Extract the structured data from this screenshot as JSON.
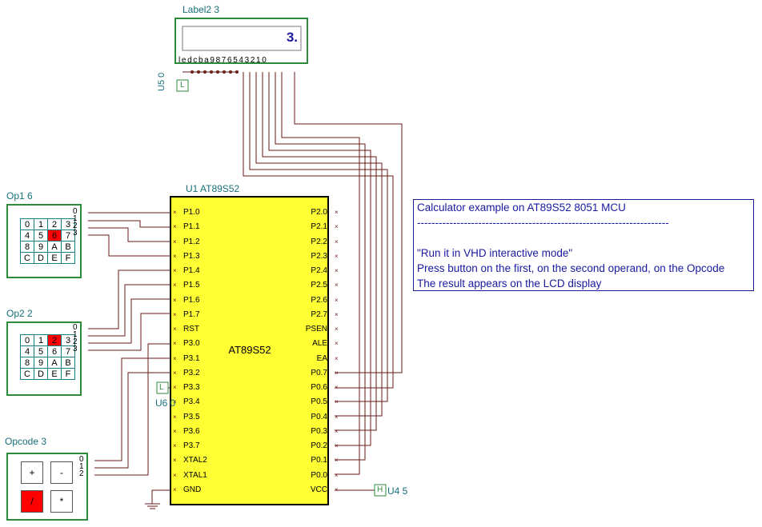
{
  "lcd": {
    "label": "Label2 3",
    "value": "3.",
    "pin_labels": "ledcba9876543210",
    "ref": "U5 0",
    "l_box": "L"
  },
  "op1": {
    "label": "Op1 6",
    "keys": [
      "0",
      "1",
      "2",
      "3",
      "4",
      "5",
      "6",
      "7",
      "8",
      "9",
      "A",
      "B",
      "C",
      "D",
      "E",
      "F"
    ],
    "active_key": "6",
    "outputs": [
      "0",
      "1",
      "2",
      "3"
    ]
  },
  "op2": {
    "label": "Op2 2",
    "keys": [
      "0",
      "1",
      "2",
      "3",
      "4",
      "5",
      "6",
      "7",
      "8",
      "9",
      "A",
      "B",
      "C",
      "D",
      "E",
      "F"
    ],
    "active_key": "2",
    "outputs": [
      "0",
      "1",
      "2",
      "3"
    ]
  },
  "opcode": {
    "label": "Opcode 3",
    "buttons": [
      "+",
      "-",
      "/",
      "*"
    ],
    "active_button": "/",
    "outputs": [
      "0",
      "1",
      "2"
    ]
  },
  "mcu": {
    "ref": "U1 AT89S52",
    "name": "AT89S52",
    "left_pins": [
      "P1.0",
      "P1.1",
      "P1.2",
      "P1.3",
      "P1.4",
      "P1.5",
      "P1.6",
      "P1.7",
      "RST",
      "P3.0",
      "P3.1",
      "P3.2",
      "P3.3",
      "P3.4",
      "P3.5",
      "P3.6",
      "P3.7",
      "XTAL2",
      "XTAL1",
      "GND"
    ],
    "right_pins": [
      "P2.0",
      "P2.1",
      "P2.2",
      "P2.3",
      "P2.4",
      "P2.5",
      "P2.6",
      "P2.7",
      "PSEN",
      "ALE",
      "EA",
      "P0.7",
      "P0.6",
      "P0.5",
      "P0.4",
      "P0.3",
      "P0.2",
      "P0.1",
      "P0.0",
      "VCC"
    ]
  },
  "u6": {
    "ref": "U6 0",
    "box": "L"
  },
  "u4": {
    "ref": "U4 5",
    "box": "H"
  },
  "note": {
    "lines": [
      "Calculator example on AT89S52 8051 MCU",
      "----------------------------------------------------------------------",
      "",
      "\"Run it in VHD interactive mode\"",
      "Press button on the first, on the second operand, on the Opcode",
      "The result appears on the LCD display"
    ]
  },
  "colors": {
    "wire": "#6b1a1a",
    "chip": "#ffff33",
    "keypad_border": "#2c8a3a",
    "label": "#17707a",
    "note_text": "#1a1aa0",
    "active": "#ff0000"
  }
}
